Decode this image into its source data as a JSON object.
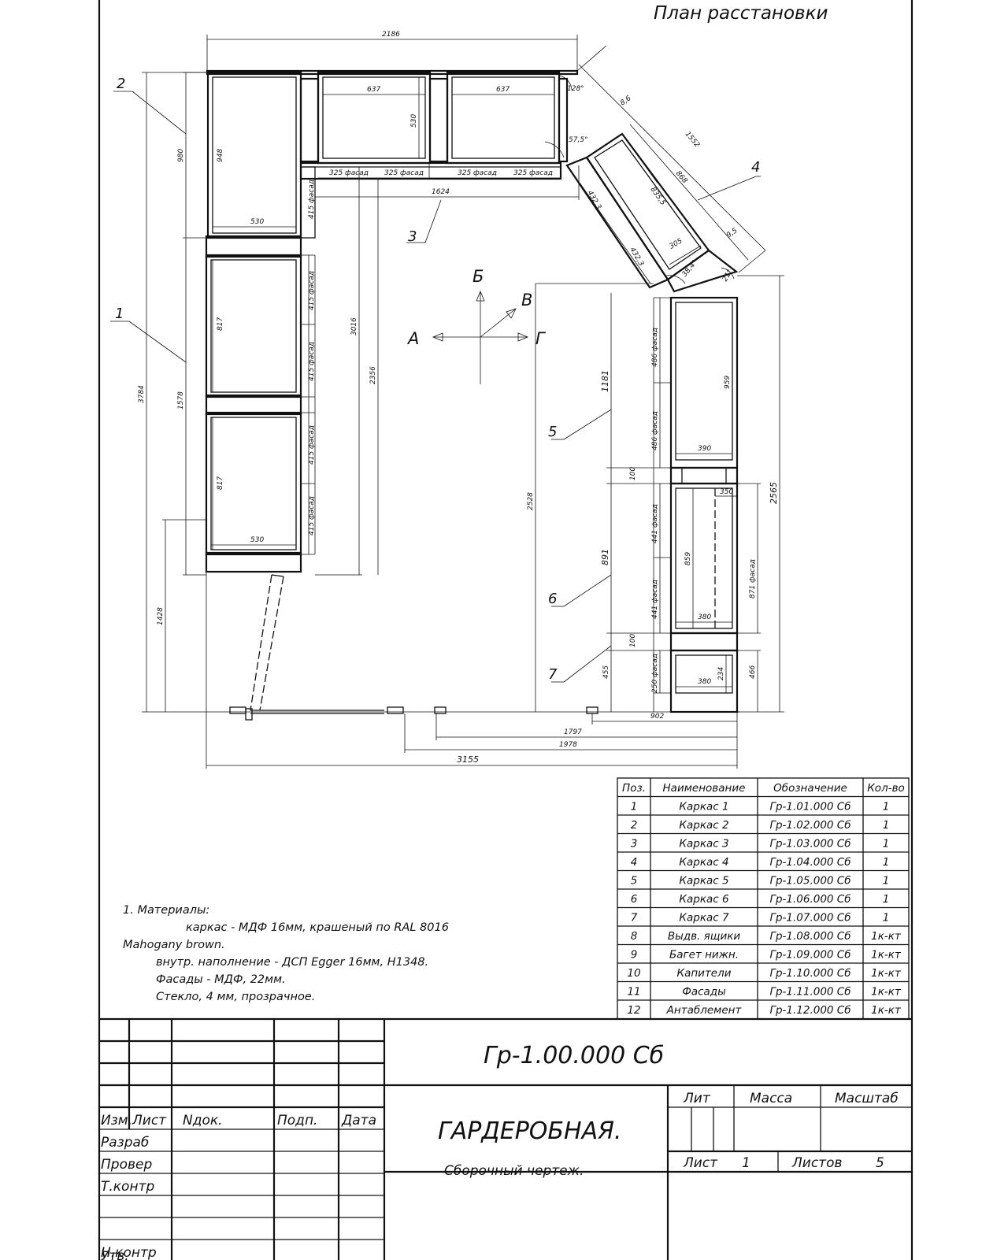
{
  "sheet": {
    "plan_title": "План расстановки",
    "designation": "Гр-1.00.000 Сб",
    "name": "ГАРДЕРОБНАЯ.",
    "subtitle": "Сборочный чертеж."
  },
  "dimensions": {
    "top_width": "2186",
    "cab2_width": "637",
    "cab3_width": "637",
    "cab2_depth": "530",
    "angle_128": "128°",
    "angle_57": "57,5°",
    "diag_1552": "1552",
    "diag_868": "868",
    "diag_835": "835,5",
    "diag_86": "8,6",
    "diag_4323a": "432,3",
    "diag_4323b": "432,3",
    "diag_305": "305",
    "diag_95": "9,5",
    "angle_38": "38,4°",
    "angle_21": "21°",
    "facade_1": "325 фасад",
    "facade_2": "325 фасад",
    "facade_3": "325 фасад",
    "facade_4": "325 фасад",
    "len_1624": "1624",
    "left_980": "980",
    "left_948": "948",
    "left_530a": "530",
    "left_415_top": "415 фасад",
    "left_3784": "3784",
    "left_3016": "3016",
    "left_2356": "2356",
    "left_1578": "1578",
    "left_817a": "817",
    "left_817b": "817",
    "left_415b": "415 фасад",
    "left_415c": "415 фасад",
    "left_415d": "415 фасад",
    "left_415e": "415 фасад",
    "left_530b": "530",
    "left_1428": "1428",
    "right_1181": "1181",
    "right_486a": "486 фасад",
    "right_486b": "486 фасад",
    "right_959": "959",
    "right_390": "390",
    "right_100a": "100",
    "right_2528": "2528",
    "right_2565": "2565",
    "right_350": "350",
    "right_441a": "441 фасад",
    "right_441b": "441 фасад",
    "right_859": "859",
    "right_871": "871 фасад",
    "right_891": "891",
    "right_380a": "380",
    "right_100b": "100",
    "right_455": "455",
    "right_250": "250 фасад",
    "right_380b": "380",
    "right_234": "234",
    "right_466": "466",
    "bottom_902": "902",
    "bottom_1797": "1797",
    "bottom_1978": "1978",
    "bottom_3155": "3155"
  },
  "positions": {
    "p1": "1",
    "p2": "2",
    "p3": "3",
    "p4": "4",
    "p5": "5",
    "p6": "6",
    "p7": "7"
  },
  "views": {
    "a": "А",
    "b": "Б",
    "v": "В",
    "g": "Г"
  },
  "spec": {
    "headers": [
      "Поз.",
      "Наименование",
      "Обозначение",
      "Кол-во"
    ],
    "rows": [
      [
        "1",
        "Каркас 1",
        "Гр-1.01.000 Сб",
        "1"
      ],
      [
        "2",
        "Каркас 2",
        "Гр-1.02.000 Сб",
        "1"
      ],
      [
        "3",
        "Каркас 3",
        "Гр-1.03.000 Сб",
        "1"
      ],
      [
        "4",
        "Каркас 4",
        "Гр-1.04.000 Сб",
        "1"
      ],
      [
        "5",
        "Каркас 5",
        "Гр-1.05.000 Сб",
        "1"
      ],
      [
        "6",
        "Каркас 6",
        "Гр-1.06.000 Сб",
        "1"
      ],
      [
        "7",
        "Каркас 7",
        "Гр-1.07.000 Сб",
        "1"
      ],
      [
        "8",
        "Выдв. ящики",
        "Гр-1.08.000 Сб",
        "1к-кт"
      ],
      [
        "9",
        "Багет нижн.",
        "Гр-1.09.000 Сб",
        "1к-кт"
      ],
      [
        "10",
        "Капители",
        "Гр-1.10.000 Сб",
        "1к-кт"
      ],
      [
        "11",
        "Фасады",
        "Гр-1.11.000 Сб",
        "1к-кт"
      ],
      [
        "12",
        "Антаблемент",
        "Гр-1.12.000 Сб",
        "1к-кт"
      ]
    ]
  },
  "notes": [
    "1. Материалы:",
    "каркас - МДФ 16мм, крашеный по RAL 8016",
    "Mahogany brown.",
    "внутр. наполнение - ДСП Egger 16мм, Н1348.",
    "Фасады - МДФ, 22мм.",
    "Стекло, 4 мм, прозрачное."
  ],
  "title_block": {
    "izm": "Изм.",
    "list": "Лист",
    "ndok": "Nдок.",
    "podp": "Подп.",
    "data": "Дата",
    "razrab": "Разраб",
    "prover": "Провер",
    "tkontr": "Т.контр",
    "nkontr": "Н.контр",
    "utv": "Утв.",
    "lit": "Лит",
    "massa": "Масса",
    "masshtab": "Масштаб",
    "list_label": "Лист",
    "list_num": "1",
    "listov_label": "Листов",
    "listov_num": "5"
  }
}
